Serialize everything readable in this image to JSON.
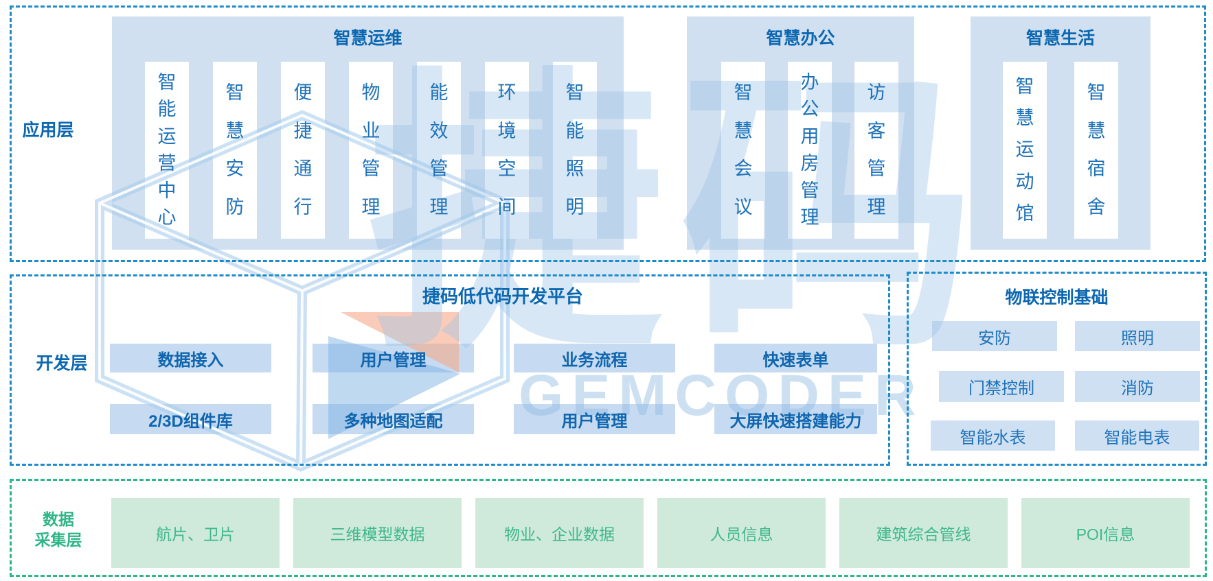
{
  "layers": {
    "application": {
      "label": "应用层",
      "groups": [
        {
          "title": "智慧运维",
          "columns": [
            "智能运营中心",
            "智慧安防",
            "便捷通行",
            "物业管理",
            "能效管理",
            "环境空间",
            "智能照明"
          ]
        },
        {
          "title": "智慧办公",
          "columns": [
            "智慧会议",
            "办公用房管理",
            "访客管理"
          ]
        },
        {
          "title": "智慧生活",
          "columns": [
            "智慧运动馆",
            "智慧宿舍"
          ]
        }
      ]
    },
    "development": {
      "label": "开发层",
      "platform": {
        "title": "捷码低代码开发平台",
        "row1": [
          "数据接入",
          "用户管理",
          "业务流程",
          "快速表单"
        ],
        "row2": [
          "2/3D组件库",
          "多种地图适配",
          "用户管理",
          "大屏快速搭建能力"
        ]
      },
      "iot": {
        "title": "物联控制基础",
        "rows": [
          [
            "安防",
            "照明"
          ],
          [
            "门禁控制",
            "消防"
          ],
          [
            "智能水表",
            "智能电表"
          ]
        ]
      }
    },
    "data_collection": {
      "label_line1": "数据",
      "label_line2": "采集层",
      "blocks": [
        "航片、卫片",
        "三维模型数据",
        "物业、企业数据",
        "人员信息",
        "建筑综合管线",
        "POI信息"
      ]
    }
  },
  "watermark": {
    "logo_text": "捷码",
    "brand_text": "GEMCODER"
  },
  "colors": {
    "accent_blue": "#0c67b1",
    "column_text_blue": "#1e72b8",
    "dashed_border_blue": "#1e8bc9",
    "group_fill_blue": "#d0e0f0",
    "button_fill_blue": "#c6dbf1",
    "iot_fill_blue": "#cfe0f3",
    "green_accent": "#2ab78a",
    "green_text": "#3eb98c",
    "green_fill": "#cfe9db",
    "watermark_blue": "#9cc4e8",
    "watermark_orange": "#f5a988"
  }
}
